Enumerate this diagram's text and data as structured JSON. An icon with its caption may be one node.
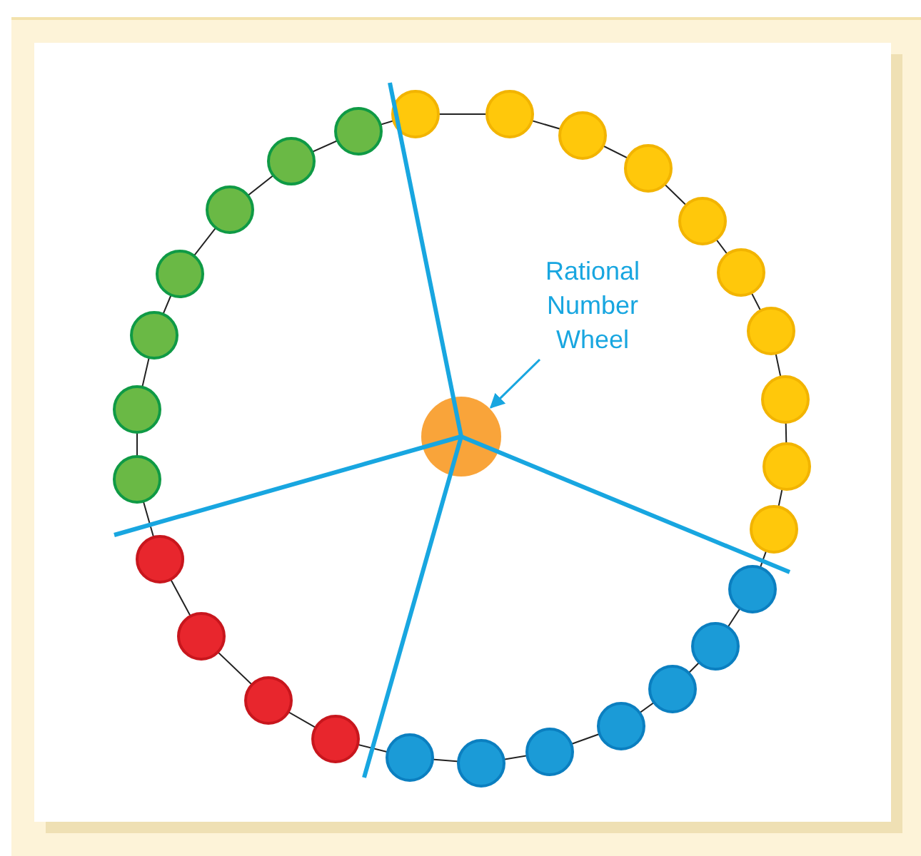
{
  "diagram": {
    "nodes": [
      {
        "text": [
          "Rational Number Wheel"
        ]
      },
      {
        "text": [],
        "shape": "circle"
      }
    ],
    "edges": [
      {
        "from": 0,
        "to": 1,
        "arrow": "to"
      }
    ]
  }
}
